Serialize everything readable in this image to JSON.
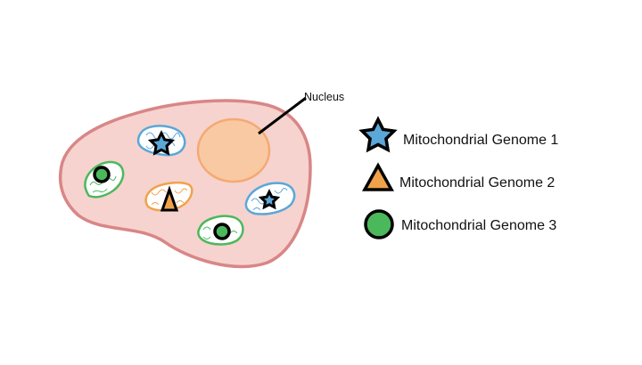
{
  "diagram": {
    "nucleus_label": "Nucleus",
    "legend": [
      {
        "label": "Mitochondrial Genome 1",
        "marker": "star",
        "color": "#5aa7d8"
      },
      {
        "label": "Mitochondrial Genome 2",
        "marker": "triangle",
        "color": "#f0a24a"
      },
      {
        "label": "Mitochondrial Genome 3",
        "marker": "circle",
        "color": "#4cb85c"
      }
    ],
    "colors": {
      "cell_fill": "#f6d3cf",
      "cell_outline": "#d98686",
      "nucleus_fill": "#f9c9a4",
      "nucleus_outline": "#f3aa72",
      "mito_blue": "#5aa7d8",
      "mito_orange": "#f0a24a",
      "mito_green": "#4cb85c"
    }
  }
}
